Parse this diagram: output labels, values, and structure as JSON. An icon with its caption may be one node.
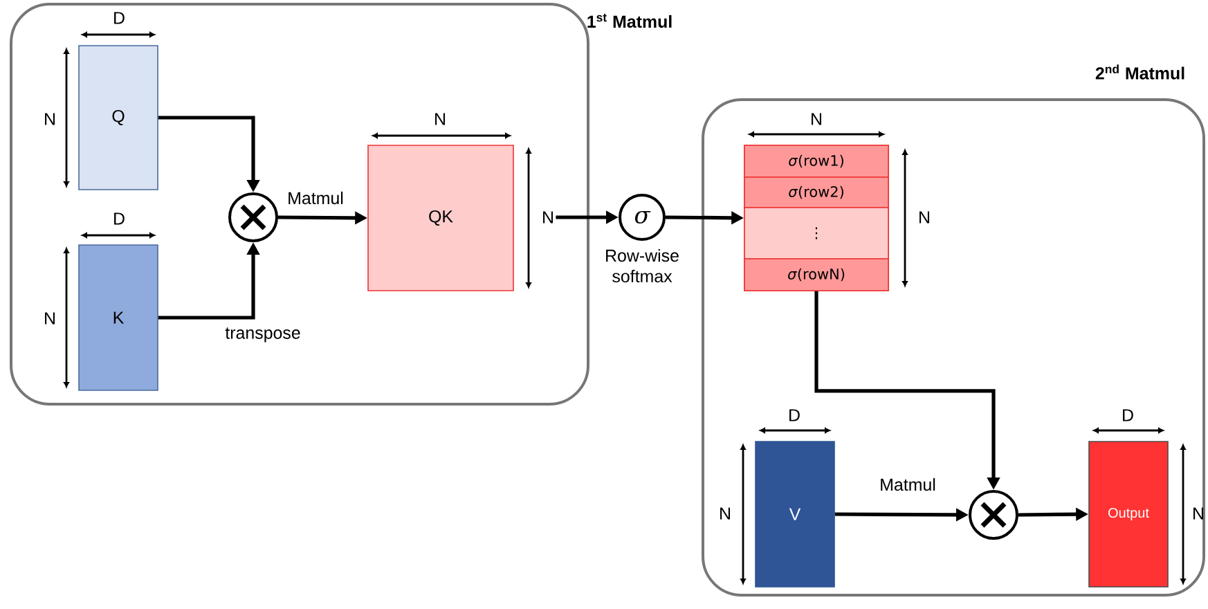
{
  "diagram": {
    "nodes": [
      {
        "text": [
          "1$^{st}$ Matmul"
        ]
      },
      {
        "text": [
          "Q"
        ],
        "in": 0
      },
      {
        "text": [
          "K"
        ],
        "in": 0
      },
      {
        "text": [],
        "shape": "circle",
        "in": 0
      },
      {
        "text": [
          "QK"
        ],
        "in": 0
      },
      {
        "text": [
          "σ"
        ],
        "beside": [
          "Row-wise softmax"
        ]
      },
      {
        "text": [
          "2$^{nd}$ Matmul"
        ]
      },
      {
        "text": [
          "*σ*(row1)",
          "*σ*(row2)",
          "⋮",
          "*σ*(rowN)"
        ],
        "in": 6
      },
      {
        "text": [
          "V"
        ],
        "in": 6
      },
      {
        "text": [],
        "shape": "circle",
        "in": 6
      },
      {
        "text": [
          "Output"
        ],
        "in": 6
      },
      {
        "text": [
          "N"
        ],
        "in": 0
      }
    ],
    "edges": [
      {
        "from": 1,
        "to": 3,
        "arrow": "to"
      },
      {
        "from": 2,
        "to": 3,
        "arrow": "to",
        "label": "transpose"
      },
      {
        "from": 3,
        "to": 4,
        "arrow": "to",
        "label": "Matmul"
      },
      {
        "from": 11,
        "to": 5,
        "arrow": "to"
      },
      {
        "from": 5,
        "to": 7,
        "arrow": "to"
      },
      {
        "from": 7,
        "to": 9,
        "arrow": "to"
      },
      {
        "from": 8,
        "to": 9,
        "arrow": "to",
        "label": "Matmul"
      },
      {
        "from": 9,
        "to": 10,
        "arrow": "to"
      }
    ],
    "labels": [
      "D",
      "N",
      "N",
      "D",
      "N",
      "N",
      "N",
      "D",
      "N",
      "D",
      "N"
    ]
  }
}
